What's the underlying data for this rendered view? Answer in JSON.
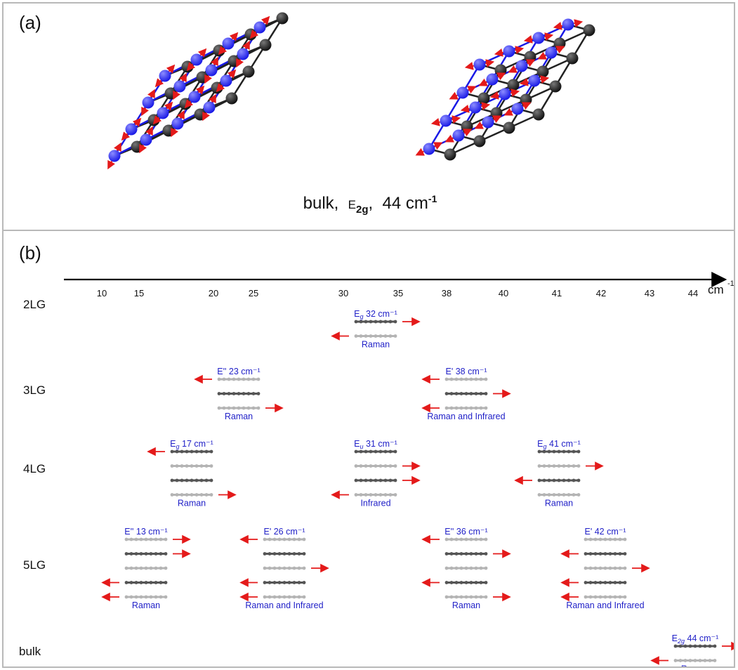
{
  "panel_a": {
    "label": "(a)",
    "caption": {
      "prefix": "bulk,",
      "mode_symbol": "E",
      "mode_subscript": "2g",
      "value": "44 cm",
      "exponent": "-1"
    },
    "colors": {
      "mo_atom": "#1919e6",
      "s_atom": "#111111",
      "arrow": "#e41a1a"
    }
  },
  "panel_b": {
    "label": "(b)",
    "axis": {
      "unit": "cm",
      "unit_exp": "-1",
      "ticks": [
        "10",
        "15",
        "20",
        "25",
        "30",
        "35",
        "38",
        "40",
        "41",
        "42",
        "43",
        "44"
      ]
    },
    "rows": [
      "2LG",
      "3LG",
      "4LG",
      "5LG",
      "bulk"
    ],
    "modes": [
      {
        "row": "2LG",
        "symbol": "E",
        "sub": "g",
        "freq": "32 cm⁻¹",
        "activity": "Raman",
        "layers": 2,
        "shifts": [
          1,
          -1
        ]
      },
      {
        "row": "3LG",
        "symbol": "E''",
        "sub": "",
        "freq": "23 cm⁻¹",
        "activity": "Raman",
        "layers": 3,
        "shifts": [
          -1,
          0,
          1
        ]
      },
      {
        "row": "3LG",
        "symbol": "E'",
        "sub": "",
        "freq": "38 cm⁻¹",
        "activity": "Raman and Infrared",
        "layers": 3,
        "shifts": [
          -1,
          1,
          -1
        ]
      },
      {
        "row": "4LG",
        "symbol": "E",
        "sub": "g",
        "freq": "17 cm⁻¹",
        "activity": "Raman",
        "layers": 4,
        "shifts": [
          -1,
          0,
          0,
          1
        ]
      },
      {
        "row": "4LG",
        "symbol": "E",
        "sub": "u",
        "freq": "31 cm⁻¹",
        "activity": "Infrared",
        "layers": 4,
        "shifts": [
          0,
          1,
          1,
          -1
        ]
      },
      {
        "row": "4LG",
        "symbol": "E",
        "sub": "g",
        "freq": "41 cm⁻¹",
        "activity": "Raman",
        "layers": 4,
        "shifts": [
          0,
          1,
          -1,
          0
        ]
      },
      {
        "row": "5LG",
        "symbol": "E''",
        "sub": "",
        "freq": "13 cm⁻¹",
        "activity": "Raman",
        "layers": 5,
        "shifts": [
          1,
          1,
          0,
          -1,
          -1
        ]
      },
      {
        "row": "5LG",
        "symbol": "E'",
        "sub": "",
        "freq": "26 cm⁻¹",
        "activity": "Raman and Infrared",
        "layers": 5,
        "shifts": [
          -1,
          0,
          1,
          -1,
          -1
        ]
      },
      {
        "row": "5LG",
        "symbol": "E''",
        "sub": "",
        "freq": "36 cm⁻¹",
        "activity": "Raman",
        "layers": 5,
        "shifts": [
          -1,
          1,
          0,
          -1,
          1
        ]
      },
      {
        "row": "5LG",
        "symbol": "E'",
        "sub": "",
        "freq": "42 cm⁻¹",
        "activity": "Raman and Infrared",
        "layers": 5,
        "shifts": [
          0,
          -1,
          1,
          -1,
          -1
        ]
      },
      {
        "row": "bulk",
        "symbol": "E",
        "sub": "2g",
        "freq": "44 cm⁻¹",
        "activity": "Raman",
        "layers": 2,
        "shifts": [
          1,
          -1
        ]
      }
    ],
    "colors": {
      "label": "#2121c8",
      "arrow": "#e41a1a",
      "layer_light": "#b4b4b4",
      "layer_dark": "#555555"
    }
  }
}
